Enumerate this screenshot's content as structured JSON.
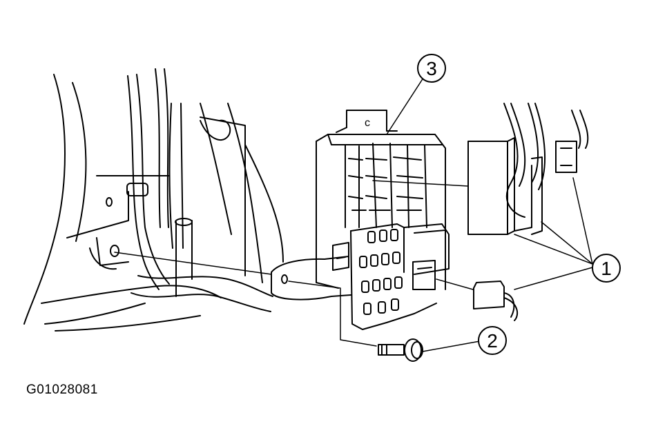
{
  "figure_id": "G01028081",
  "callouts": [
    {
      "label": "1"
    },
    {
      "label": "2"
    },
    {
      "label": "3"
    }
  ]
}
